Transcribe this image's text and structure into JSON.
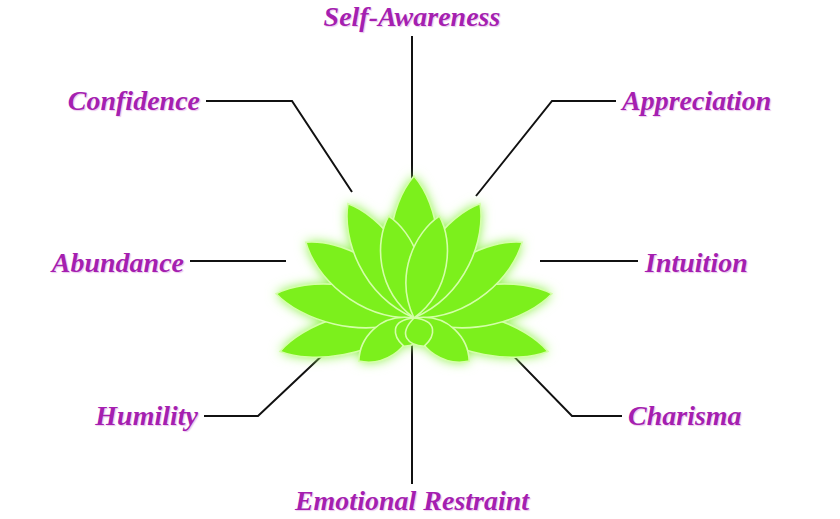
{
  "diagram": {
    "labels": [
      "Self-Awareness",
      "Confidence",
      "Appreciation",
      "Abundance",
      "Intuition",
      "Humility",
      "Charisma",
      "Emotional Restraint"
    ]
  }
}
